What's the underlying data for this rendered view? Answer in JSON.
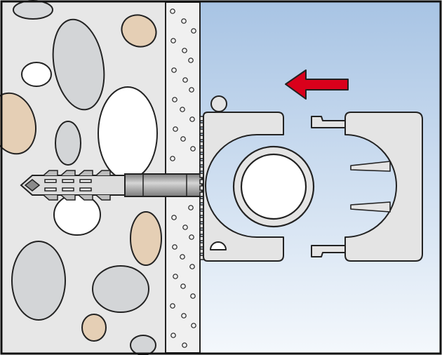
{
  "figure": {
    "type": "installation-diagram",
    "colors": {
      "wall": "#e7e7e7",
      "plaster": "#f0f0f0",
      "sky_top": "#a8c4e4",
      "sky_bottom": "#f4f8fc",
      "arrow": "#d9001b",
      "part_fill": "#e4e4e4",
      "outline": "#1a1a1a"
    },
    "elements": {
      "wall": "masonry-wall",
      "plaster": "plaster-layer",
      "anchor": "nylon-anchor-with-screw",
      "clamp_base": "pipe-clamp-base",
      "clamp_cap": "pipe-clamp-cap",
      "pipe": "pipe-cross-section",
      "arrow": "direction-arrow-left"
    }
  }
}
